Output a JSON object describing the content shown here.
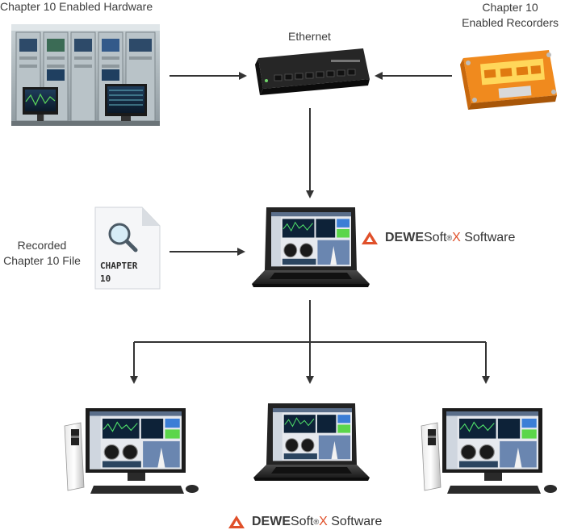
{
  "labels": {
    "hardware": "Chapter 10 Enabled Hardware",
    "ethernet": "Ethernet",
    "recorders_line1": "Chapter 10",
    "recorders_line2": "Enabled Recorders",
    "recorded_line1": "Recorded",
    "recorded_line2": "Chapter 10 File",
    "file_text_line1": "CHAPTER",
    "file_text_line2": "10"
  },
  "brand": {
    "prefix_bold": "DEWE",
    "prefix_regular": "Soft",
    "registered": "®",
    "x": "X",
    "suffix": " Software"
  },
  "colors": {
    "arrow": "#333333",
    "brand_accent": "#e0502a",
    "recorder_orange": "#f08a1e"
  },
  "icons": [
    "rack-hardware-image",
    "ethernet-switch-icon",
    "recorder-device-icon",
    "file-search-icon",
    "laptop-icon",
    "desktop-pc-icon",
    "dewesoft-logo-icon"
  ]
}
